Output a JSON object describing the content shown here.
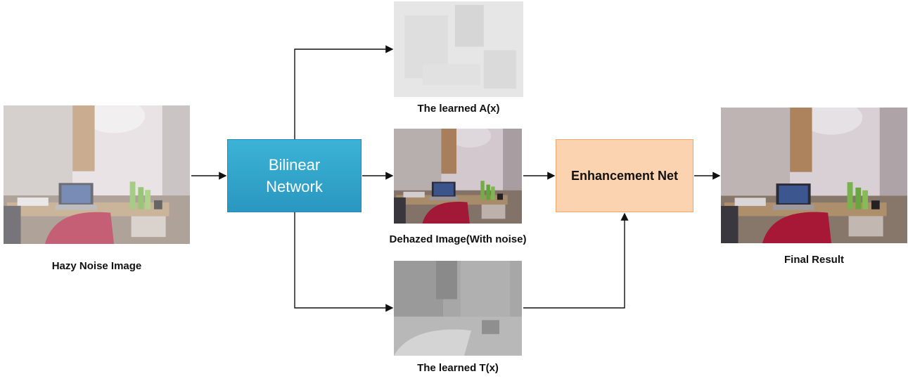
{
  "nodes": {
    "hazy": {
      "caption": "Hazy Noise Image"
    },
    "bilinear": {
      "label_line1": "Bilinear",
      "label_line2": "Network",
      "color": "#2fa7cf"
    },
    "learned_a": {
      "caption": "The learned A(x)"
    },
    "dehazed": {
      "caption": "Dehazed Image(With noise)"
    },
    "learned_t": {
      "caption": "The learned T(x)"
    },
    "enhancement": {
      "label": "Enhancement Net",
      "color": "#fcd3b0"
    },
    "final": {
      "caption": "Final Result"
    }
  }
}
